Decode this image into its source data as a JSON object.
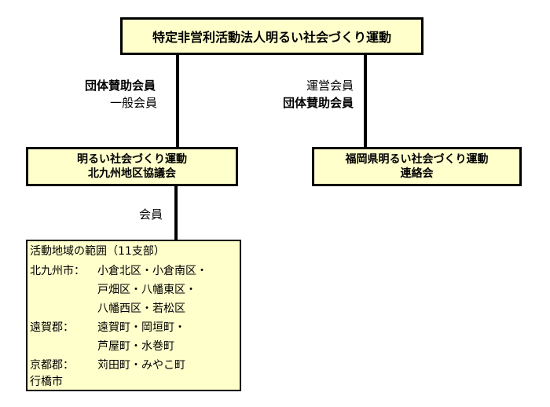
{
  "top": {
    "title": "特定非営利活動法人明るい社会づくり運動"
  },
  "left_link": {
    "label1": "団体賛助会員",
    "label2": "一般会員"
  },
  "right_link": {
    "label1": "運営会員",
    "label2": "団体賛助会員"
  },
  "left_box": {
    "line1": "明るい社会づくり運動",
    "line2": "北九州地区協議会"
  },
  "right_box": {
    "line1": "福岡県明るい社会づくり運動",
    "line2": "連絡会"
  },
  "lower_link": {
    "label": "会員"
  },
  "area": {
    "title": "活動地域の範囲（11支部）",
    "kitakyushu_label": "北九州市：",
    "kitakyushu_line1": "小倉北区・小倉南区・",
    "kitakyushu_line2": "戸畑区・八幡東区・",
    "kitakyushu_line3": "八幡西区・若松区",
    "onga_label": "遠賀郡：",
    "onga_line1": "遠賀町・岡垣町・",
    "onga_line2": "芦屋町・水巻町",
    "miyako_label": "京都郡：",
    "miyako_line1": "苅田町・みやこ町",
    "yukuhashi": "行橋市"
  }
}
